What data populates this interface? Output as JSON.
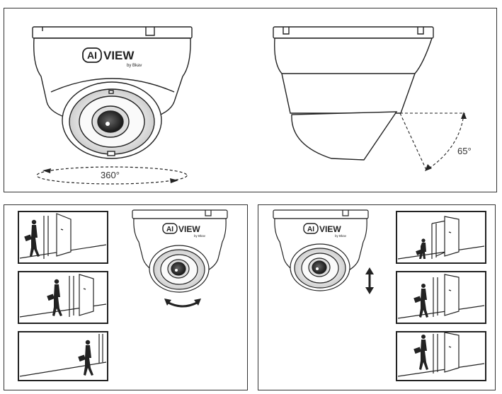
{
  "top": {
    "rotation_label": "360°",
    "tilt_label": "65°"
  },
  "brand": {
    "logo_text": "VIEW",
    "logo_badge": "AI",
    "tagline": "by Bkav"
  },
  "colors": {
    "line": "#222222",
    "light_gray": "#e6e6e6",
    "mid_gray": "#bdbdbd"
  }
}
